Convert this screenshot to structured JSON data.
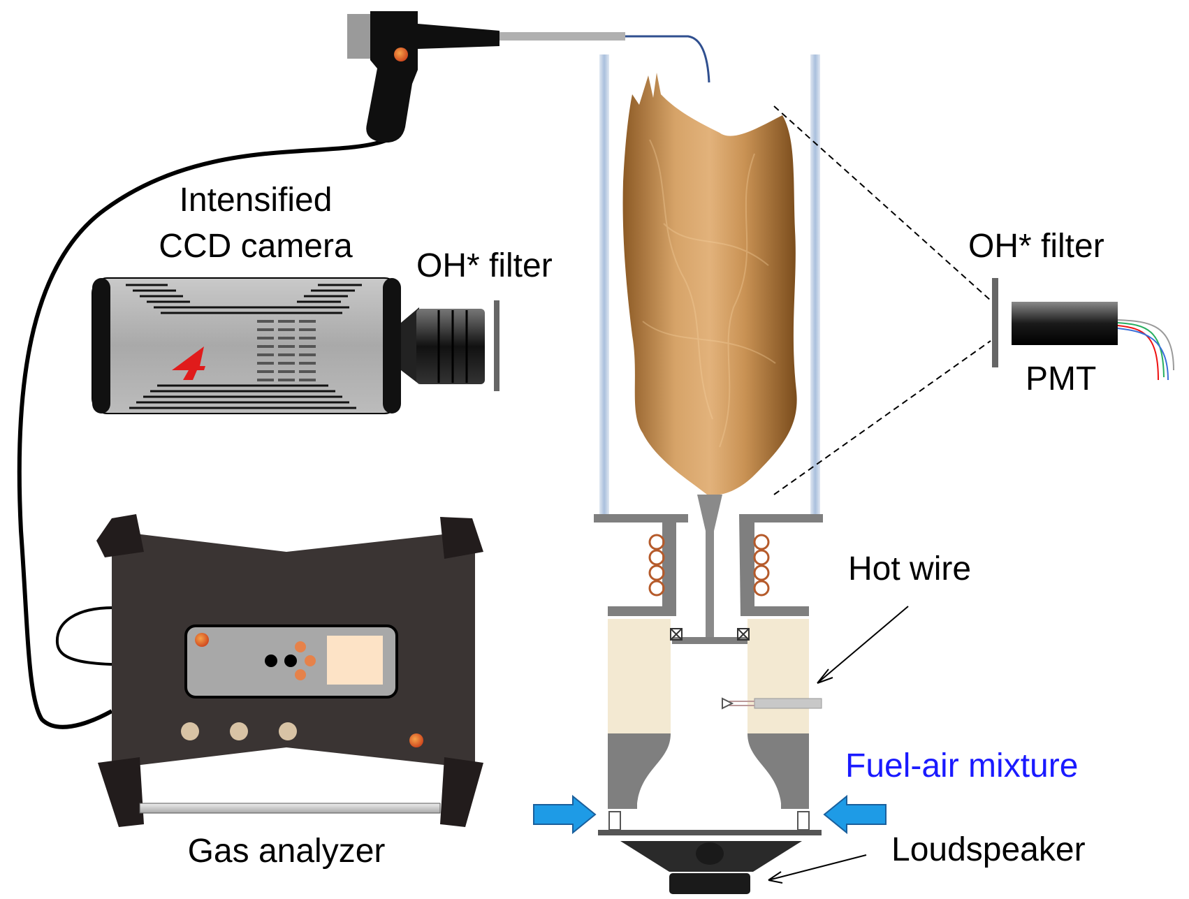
{
  "labels": {
    "camera_line1": "Intensified",
    "camera_line2": "CCD camera",
    "camera_filter": "OH* filter",
    "pmt_filter": "OH* filter",
    "pmt": "PMT",
    "hot_wire": "Hot wire",
    "fuel_air": "Fuel-air mixture",
    "loudspeaker": "Loudspeaker",
    "gas_analyzer": "Gas analyzer"
  },
  "colors": {
    "flame": "#b9834a",
    "arrow_blue": "#1e9be6",
    "fuel_text": "#1a1aff",
    "burner_gray": "#7f7f7f",
    "insulation": "#f3e9d2",
    "coil": "#b55a2a"
  }
}
